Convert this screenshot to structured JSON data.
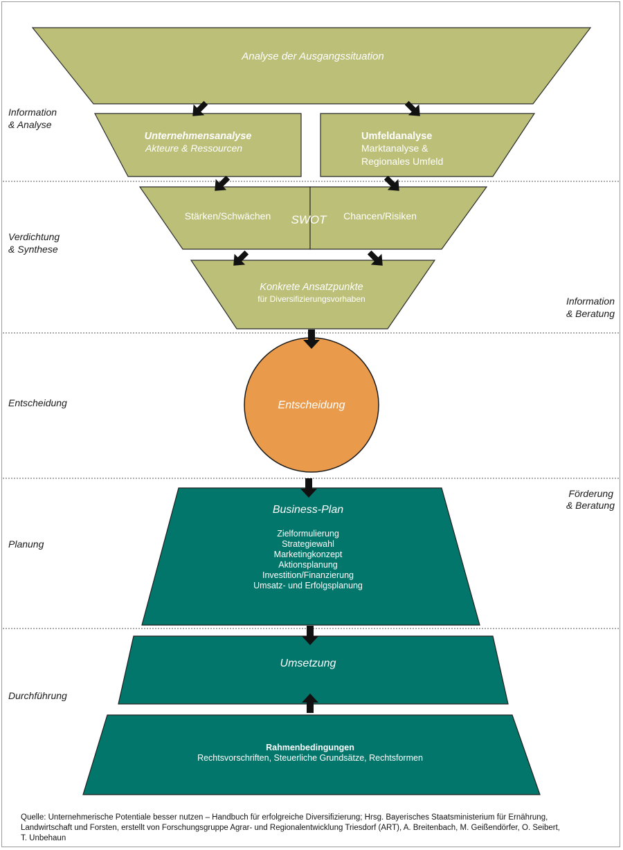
{
  "stages": {
    "analyse": "Analyse der Ausgangssituation",
    "unternehmensanalyse_title": "Unternehmensanalyse",
    "unternehmensanalyse_sub": "Akteure & Ressourcen",
    "umfeldanalyse_title": "Umfeldanalyse",
    "umfeldanalyse_sub1": "Marktanalyse &",
    "umfeldanalyse_sub2": "Regionales Umfeld",
    "staerken": "Stärken/Schwächen",
    "swot": "SWOT",
    "chancen": "Chancen/Risiken",
    "ansatz_title": "Konkrete Ansatzpunkte",
    "ansatz_sub": "für Diversifizierungsvorhaben",
    "entscheidung": "Entscheidung",
    "business_plan": "Business-Plan",
    "business_items": [
      "Zielformulierung",
      "Strategiewahl",
      "Marketingkonzept",
      "Aktionsplanung",
      "Investition/Finanzierung",
      "Umsatz- und Erfolgsplanung"
    ],
    "umsetzung": "Umsetzung",
    "rahmen_title": "Rahmenbedingungen",
    "rahmen_sub": "Rechtsvorschriften, Steuerliche Grundsätze, Rechtsformen"
  },
  "phases_left": {
    "information_1": "Information",
    "information_2": "& Analyse",
    "verdichtung_1": "Verdichtung",
    "verdichtung_2": "& Synthese",
    "entscheidung": "Entscheidung",
    "planung": "Planung",
    "durchfuehrung": "Durchführung"
  },
  "phases_right": {
    "information_1": "Information",
    "information_2": "& Beratung",
    "foerderung_1": "Förderung",
    "foerderung_2": "& Beratung"
  },
  "source": {
    "line1": "Quelle: Unternehmerische Potentiale besser nutzen – Handbuch für erfolgreiche Diversifizierung; Hrsg. Bayerisches Staatsministerium für Ernährung,",
    "line2": "Landwirtschaft und Forsten, erstellt von Forschungsgruppe Agrar- und Regionalentwicklung Triesdorf (ART), A. Breitenbach, M. Geißendörfer, O. Seibert,",
    "line3": "T. Unbehaun"
  },
  "colors": {
    "olive": "#bcbf78",
    "orange": "#e99a4b",
    "teal": "#02766a"
  }
}
